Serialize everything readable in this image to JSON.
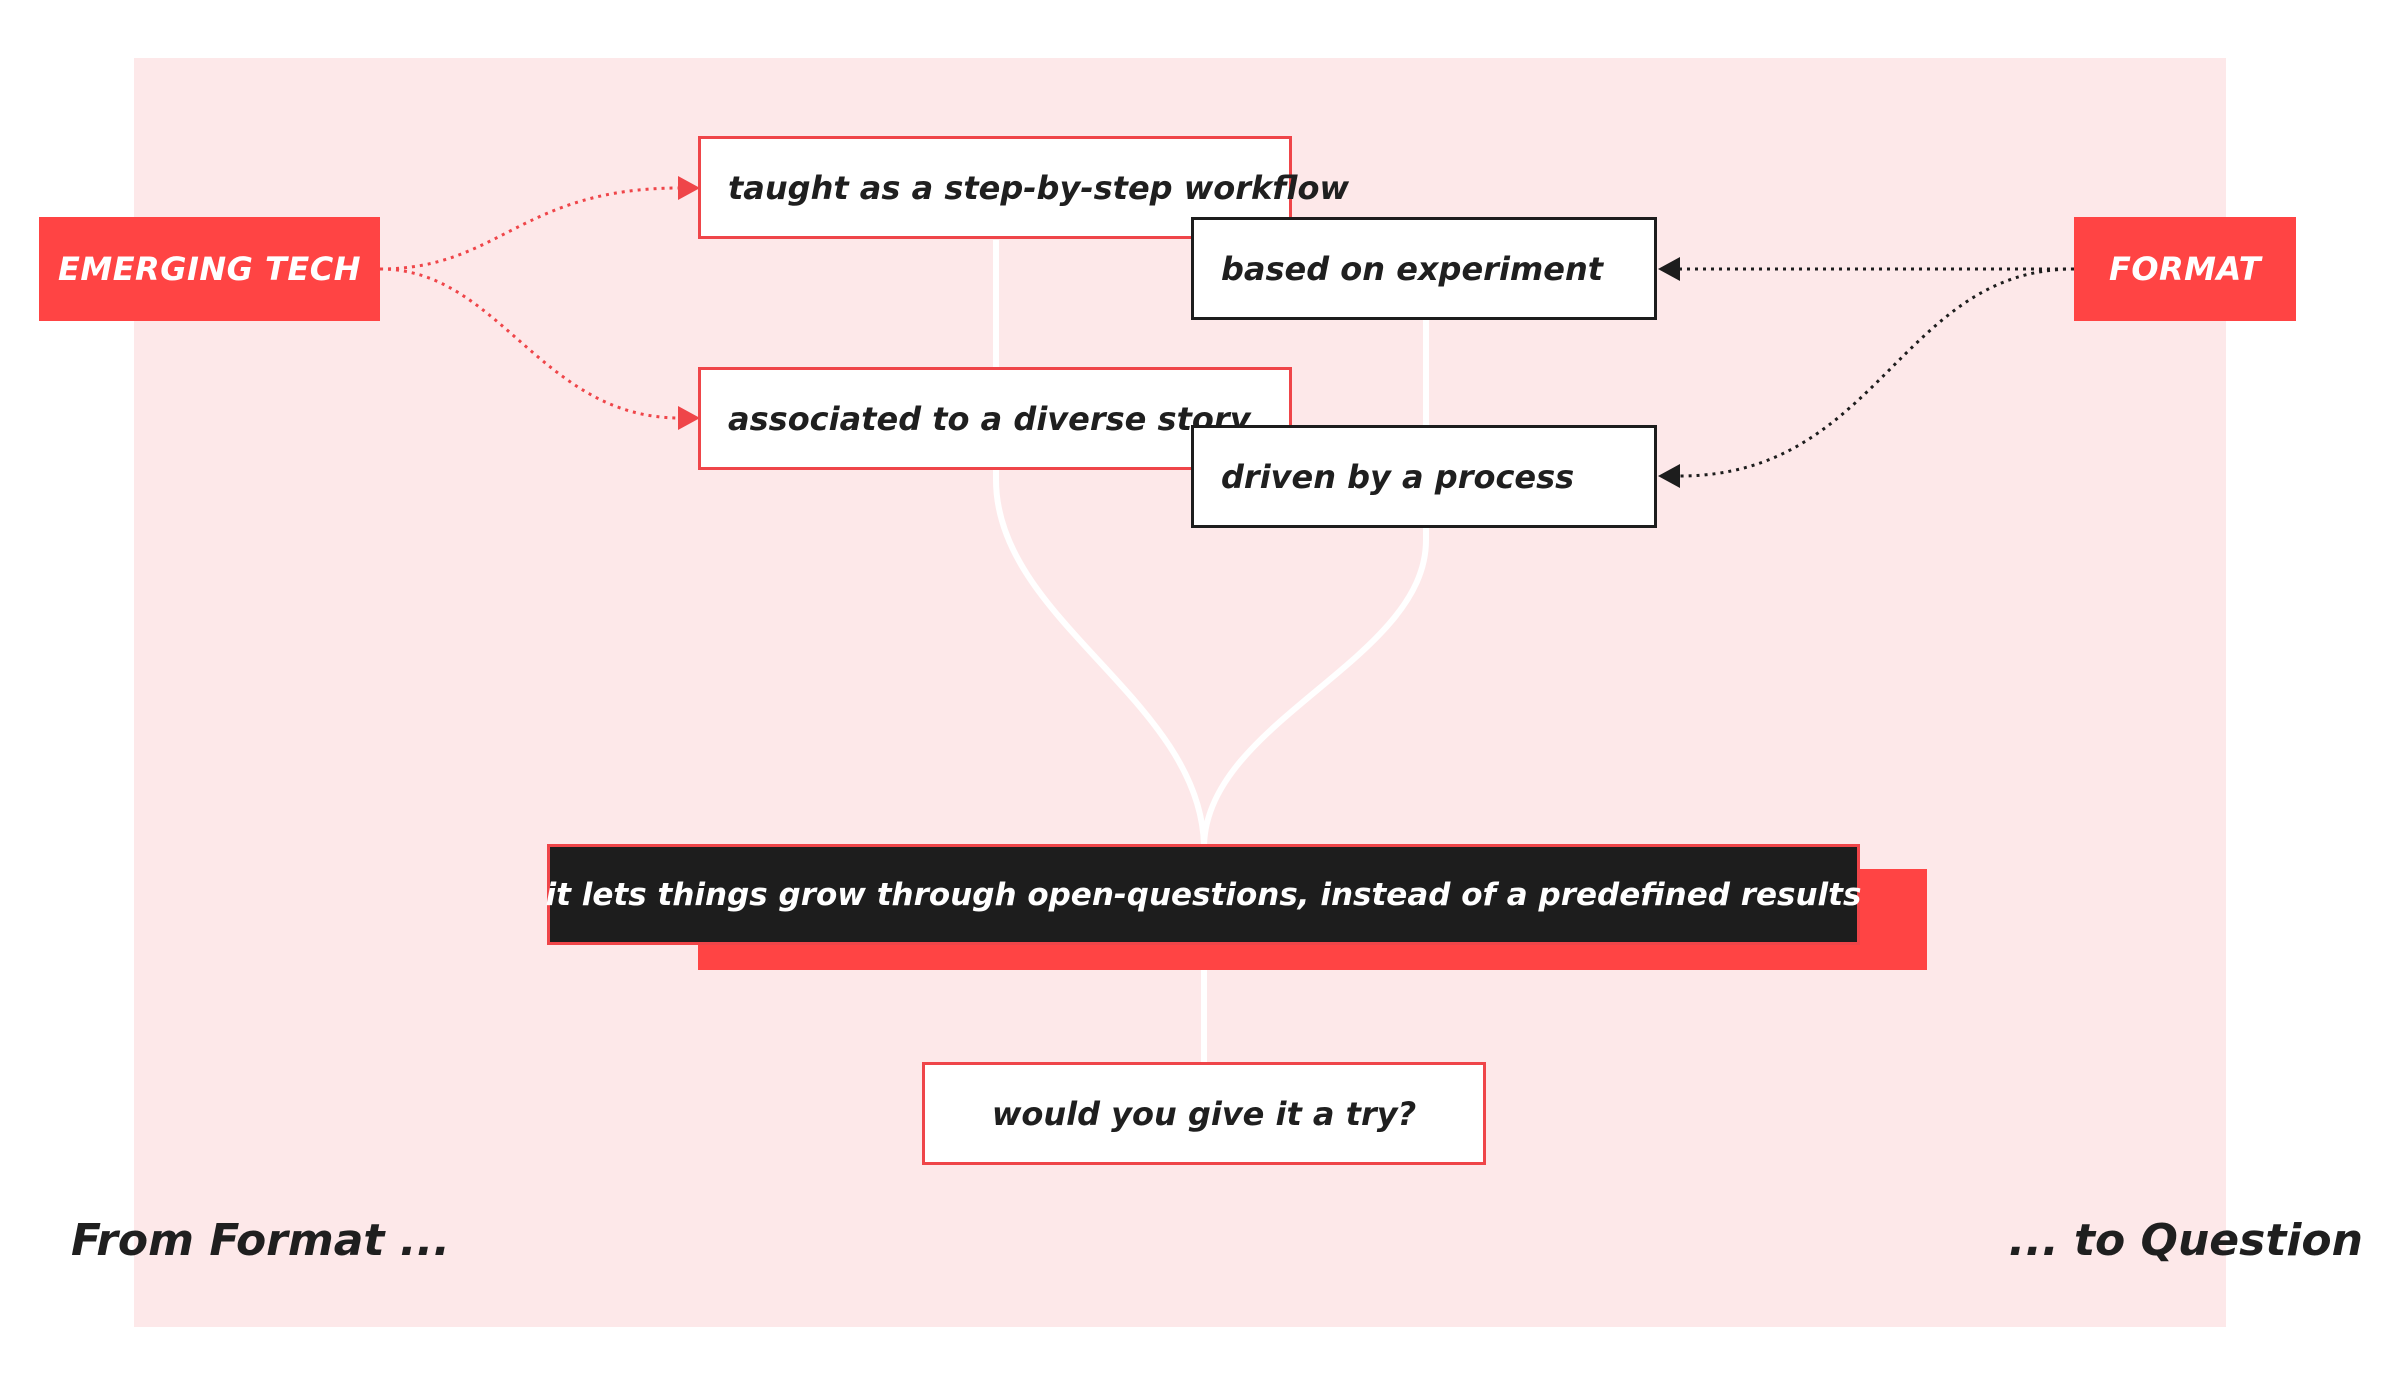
{
  "left_tag": "EMERGING TECH",
  "right_tag": "FORMAT",
  "left_items": [
    "taught as a step-by-step workflow",
    "associated to a diverse story"
  ],
  "right_items": [
    "based on experiment",
    "driven by a process"
  ],
  "result": "it lets things grow through open-questions,  instead of a predefined results",
  "question": "would you give it a try?",
  "caption_left": "From Format ...",
  "caption_right": "... to Question",
  "colors": {
    "accent": "#ff4444",
    "panel": "#fde8e9",
    "dark": "#1d1d1d"
  }
}
